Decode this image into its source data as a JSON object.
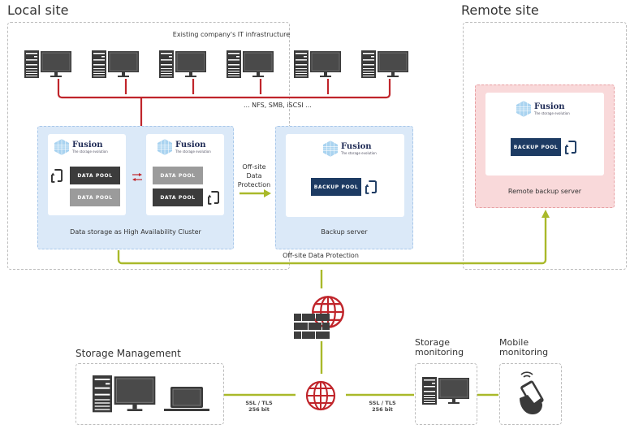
{
  "sites": {
    "local_title": "Local site",
    "remote_title": "Remote site"
  },
  "infrastructure": {
    "label": "Existing company's IT infrastructure",
    "protocols": "... NFS, SMB, iSCSI ...",
    "workstation_count": 6
  },
  "brand": {
    "name": "Fusion",
    "tagline": "The storage evolution",
    "colors": {
      "network_red": "#c0252b",
      "link_green": "#a9b92a",
      "cluster_blue": "#dbe9f8",
      "remote_pink": "#f9d9da",
      "backup_navy": "#1d3b63"
    }
  },
  "cluster": {
    "label": "Data storage as High Availability Cluster",
    "node_a": {
      "pools": [
        {
          "label": "DATA POOL",
          "state": "active"
        },
        {
          "label": "DATA POOL",
          "state": "passive"
        }
      ]
    },
    "node_b": {
      "pools": [
        {
          "label": "DATA POOL",
          "state": "passive"
        },
        {
          "label": "DATA POOL",
          "state": "active"
        }
      ]
    }
  },
  "offsite_arrow": {
    "line1": "Off-site",
    "line2": "Data",
    "line3": "Protection"
  },
  "backup_server": {
    "pool_label": "BACKUP POOL",
    "label": "Backup server"
  },
  "remote_backup": {
    "pool_label": "BACKUP POOL",
    "label": "Remote backup server"
  },
  "offsite_line_label": "Off-site Data Protection",
  "bottom": {
    "storage_management": "Storage Management",
    "ssl_left": {
      "line1": "SSL / TLS",
      "line2": "256 bit"
    },
    "ssl_right": {
      "line1": "SSL / TLS",
      "line2": "256 bit"
    },
    "storage_monitoring": {
      "line1": "Storage",
      "line2": "monitoring"
    },
    "mobile_monitoring": {
      "line1": "Mobile",
      "line2": "monitoring"
    }
  }
}
